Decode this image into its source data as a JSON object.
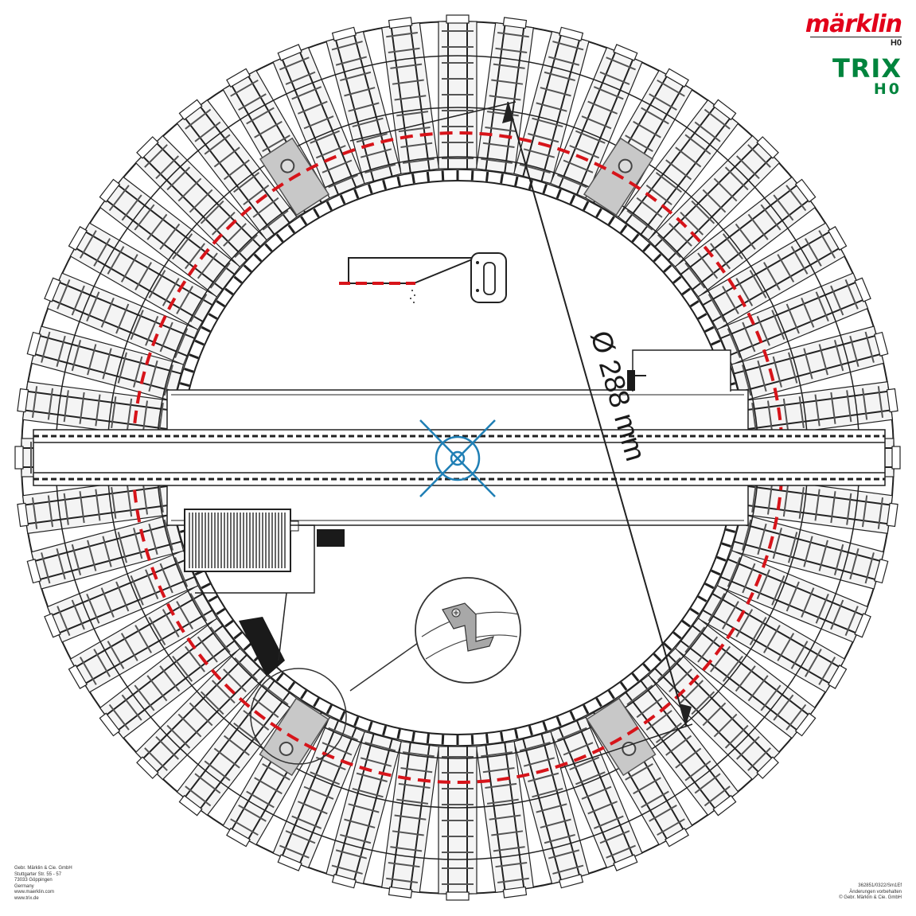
{
  "logos": {
    "marklin_name": "märklin",
    "marklin_scale": "H0",
    "trix_name": "TRIX",
    "trix_scale": "H0",
    "colors": {
      "marklin_red": "#e2001a",
      "trix_green": "#00843d"
    }
  },
  "diagram": {
    "dimension_label": "Ø 288 mm",
    "cut_line_color": "#d7141a",
    "center_mark_color": "#1f7fb5",
    "icons": [
      "saw-icon",
      "center-crosshair-icon",
      "mounting-clip-detail-icon",
      "bridge-motor-icon"
    ]
  },
  "footer": {
    "left_lines": [
      "Gebr. Märklin & Cie. GmbH",
      "Stuttgarter Str. 55 - 57",
      "73033 Göppingen",
      "Germany",
      "www.maerklin.com",
      "www.trix.de"
    ],
    "right_lines": [
      "362851/0322/Sm1Ef",
      "Änderungen vorbehalten",
      "© Gebr. Märklin & Cie. GmbH"
    ]
  }
}
